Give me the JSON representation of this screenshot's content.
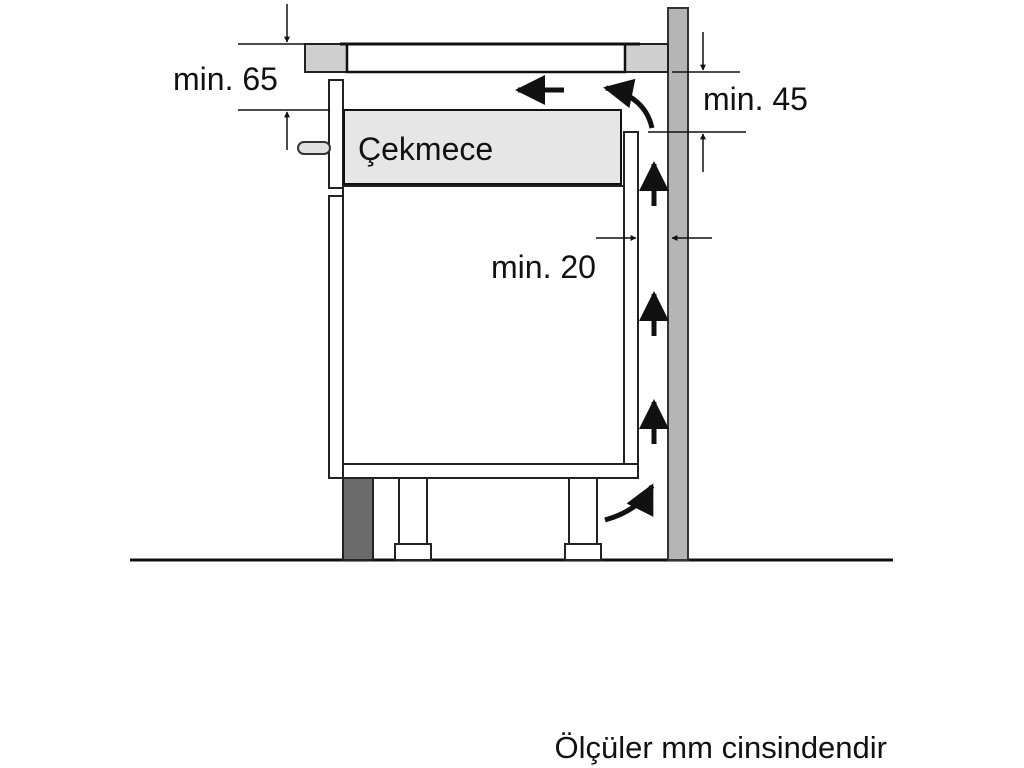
{
  "labels": {
    "drawer": "Çekmece",
    "dim_top": "min. 65",
    "dim_side": "min. 45",
    "dim_gap": "min. 20",
    "caption": "Ölçüler mm cinsindendir"
  },
  "colors": {
    "line": "#111111",
    "wall": "#b5b5b5",
    "countertop": "#cfcfcf",
    "drawer_fill": "#e6e6e6",
    "cabinet_fill": "#ffffff",
    "plinth": "#6b6b6b"
  }
}
